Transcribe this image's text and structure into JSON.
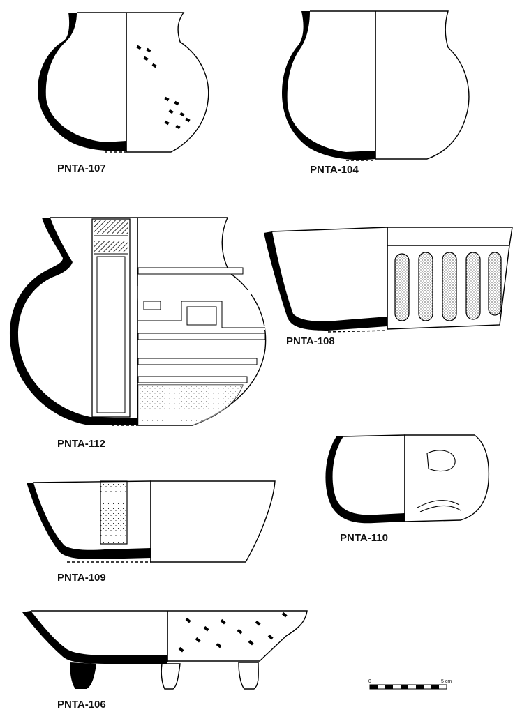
{
  "vessels": [
    {
      "id": "pnta-107",
      "label": "PNTA-107"
    },
    {
      "id": "pnta-104",
      "label": "PNTA-104"
    },
    {
      "id": "pnta-112",
      "label": "PNTA-112"
    },
    {
      "id": "pnta-108",
      "label": "PNTA-108"
    },
    {
      "id": "pnta-110",
      "label": "PNTA-110"
    },
    {
      "id": "pnta-109",
      "label": "PNTA-109"
    },
    {
      "id": "pnta-106",
      "label": "PNTA-106"
    }
  ],
  "scale_bar": {
    "start_label": "0",
    "end_label": "5 cm"
  }
}
